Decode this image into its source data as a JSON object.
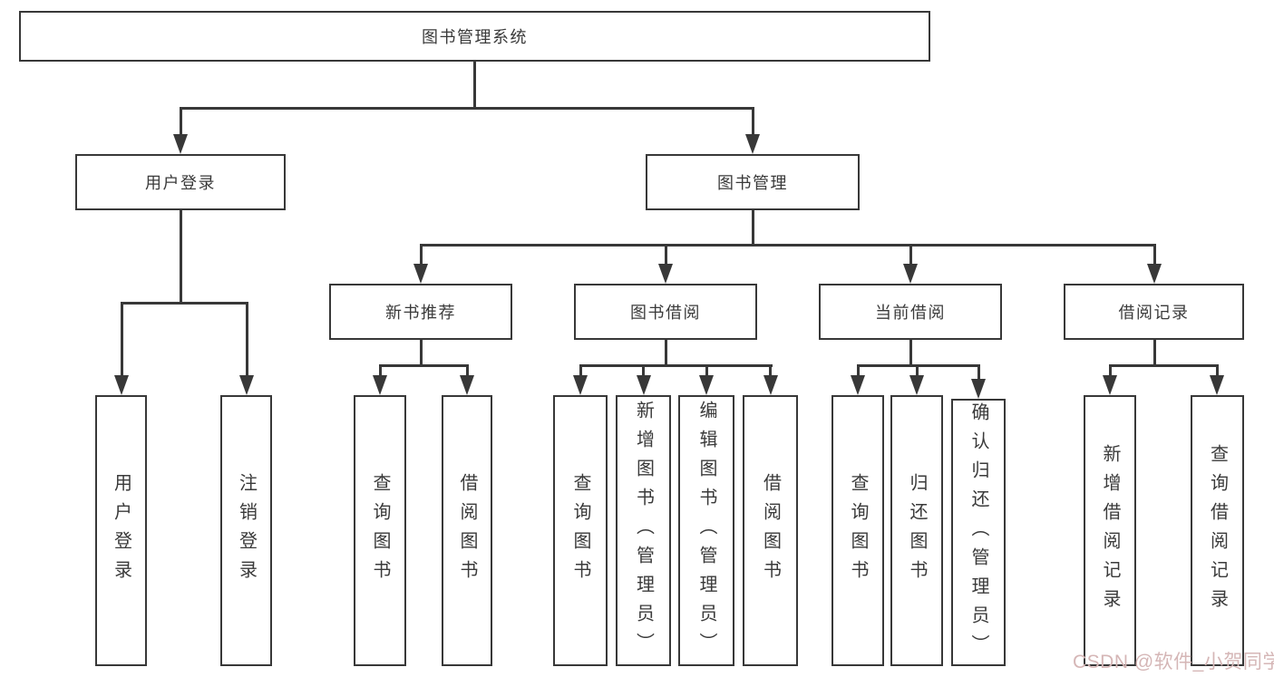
{
  "colors": {
    "line": "#383838",
    "text": "#3a3a3a",
    "background": "#ffffff",
    "watermark": "#d5b6b6"
  },
  "tree": {
    "root": "图书管理系统",
    "user_login": "用户登录",
    "book_mgmt": "图书管理",
    "new_book": "新书推荐",
    "book_borrow": "图书借阅",
    "current_borrow": "当前借阅",
    "borrow_records": "借阅记录",
    "leaves": {
      "user_login_child": "用户登录",
      "logout": "注销登录",
      "nb_query": "查询图书",
      "nb_borrow": "借阅图书",
      "bb_query": "查询图书",
      "bb_add": "新增图书（管理员）",
      "bb_edit": "编辑图书（管理员）",
      "bb_borrow": "借阅图书",
      "cb_query": "查询图书",
      "cb_return": "归还图书",
      "cb_confirm": "确认归还（管理员）",
      "br_add": "新增借阅记录",
      "br_query": "查询借阅记录"
    }
  },
  "watermark": "CSDN @软件_小贺同学"
}
